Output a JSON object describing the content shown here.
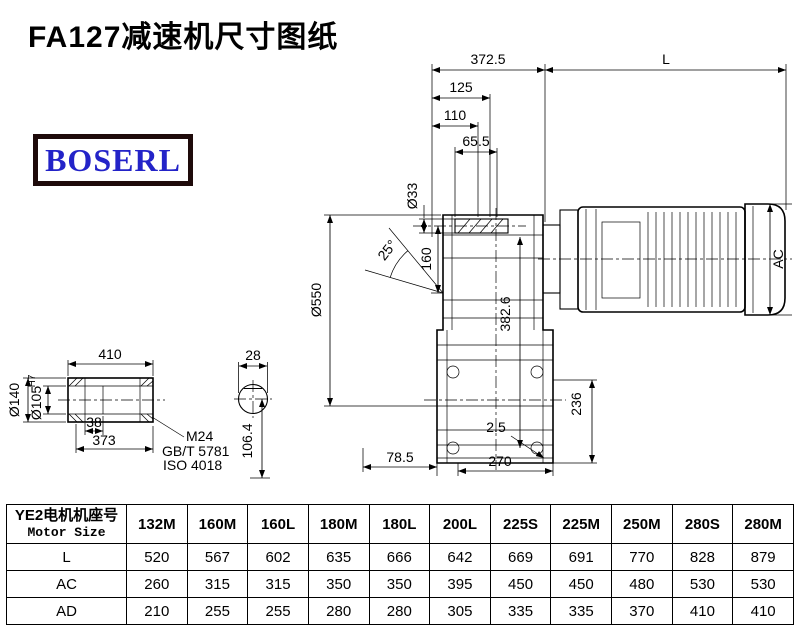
{
  "title": "FA127减速机尺寸图纸",
  "logo": {
    "text": "BOSERL"
  },
  "drawing": {
    "dims": {
      "top_width": "372.5",
      "motor_length": "L",
      "d125": "125",
      "d110": "110",
      "d65_5": "65.5",
      "shaft_dia": "Ø33",
      "d160": "160",
      "angle": "25°",
      "housing_dia": "Ø550",
      "d382_6": "382.6",
      "motor_height": "AC",
      "d236": "236",
      "d2_5": "2.5",
      "d78_5": "78.5",
      "d270": "270"
    },
    "shaft": {
      "d410": "410",
      "d28": "28",
      "outer_dia": "Ø140",
      "bore_dia": "Ø105",
      "bore_tol": "H7",
      "d38": "38",
      "d373": "373",
      "d106_4": "106.4",
      "bolt": "M24",
      "bolt_std1": "GB/T 5781",
      "bolt_std2": "ISO 4018"
    }
  },
  "table": {
    "header_cn": "YE2电机机座号",
    "header_en": "Motor Size",
    "columns": [
      "132M",
      "160M",
      "160L",
      "180M",
      "180L",
      "200L",
      "225S",
      "225M",
      "250M",
      "280S",
      "280M"
    ],
    "rows": [
      {
        "label": "L",
        "values": [
          "520",
          "567",
          "602",
          "635",
          "666",
          "642",
          "669",
          "691",
          "770",
          "828",
          "879"
        ]
      },
      {
        "label": "AC",
        "values": [
          "260",
          "315",
          "315",
          "350",
          "350",
          "395",
          "450",
          "450",
          "480",
          "530",
          "530"
        ]
      },
      {
        "label": "AD",
        "values": [
          "210",
          "255",
          "255",
          "280",
          "280",
          "305",
          "335",
          "335",
          "370",
          "410",
          "410"
        ]
      }
    ]
  }
}
